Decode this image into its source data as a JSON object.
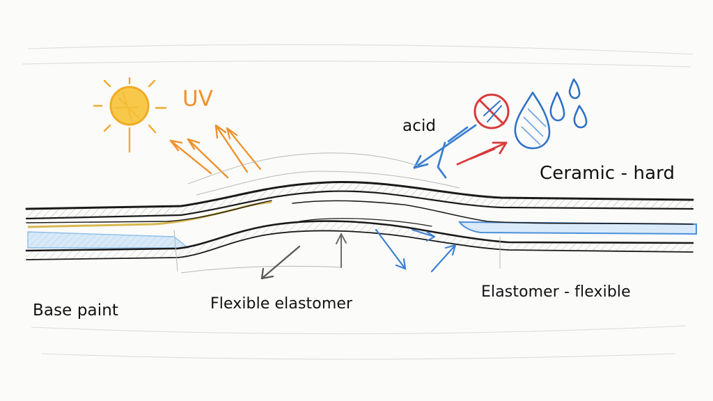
{
  "labels": {
    "uv": "UV",
    "acid": "acid",
    "ceramic": "Ceramic - hard",
    "elastomer": "Elastomer - flexible",
    "base": "Base paint",
    "flexible": "Flexible elastomer"
  },
  "colors": {
    "sun": "#f2b12f",
    "uv_arrows": "#f0902a",
    "acid_arrows": "#3c7fd0",
    "red_arrow": "#d93a3a",
    "water": "#2f71c8",
    "ink": "#1a1a1a",
    "ceramic_fill": "#9ec8ee"
  },
  "icons": {
    "sun": "sun-icon",
    "prohibited": "prohibited-icon",
    "water": "water-drop-icon"
  }
}
